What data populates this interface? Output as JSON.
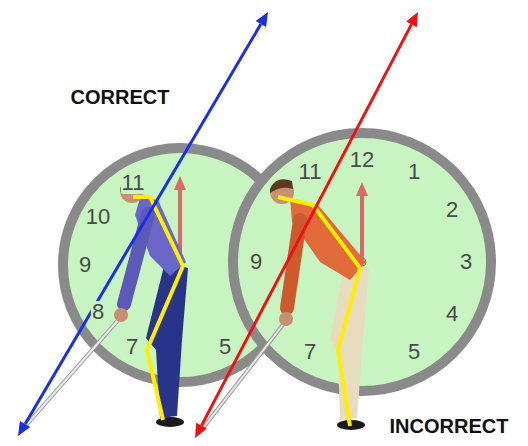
{
  "diagram": {
    "labels": [
      "CORRECT",
      "11",
      "10",
      "9",
      "8",
      "7",
      "5",
      "11",
      "12",
      "1",
      "2",
      "3",
      "4",
      "5",
      "7",
      "9",
      "INCORRECT"
    ]
  }
}
